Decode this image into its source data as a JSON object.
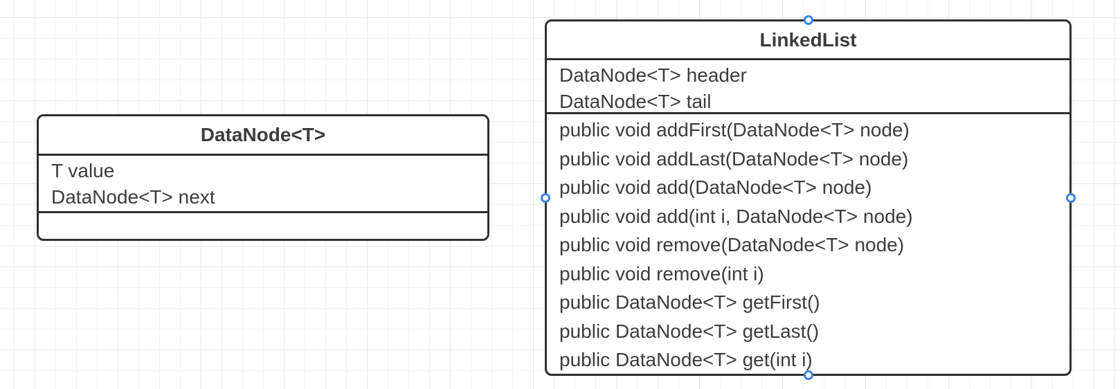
{
  "canvas": {
    "background_color": "#ffffff",
    "grid_minor_color": "#f2f2f2",
    "grid_major_color": "#e6e6e6",
    "shape_stroke_color": "#2e2e2e",
    "text_color": "#3c3c3c",
    "handle_color": "#3b82e0"
  },
  "classes": [
    {
      "name": "DataNode<T>",
      "attributes": [
        "T value",
        "DataNode<T> next"
      ],
      "methods": [],
      "selected": false
    },
    {
      "name": "LinkedList",
      "attributes": [
        "DataNode<T> header",
        "DataNode<T> tail"
      ],
      "methods": [
        "public void addFirst(DataNode<T> node)",
        "public void addLast(DataNode<T> node)",
        "public void add(DataNode<T> node)",
        "public void add(int i, DataNode<T> node)",
        "public void remove(DataNode<T> node)",
        "public void remove(int i)",
        "public DataNode<T> getFirst()",
        "public DataNode<T> getLast()",
        "public DataNode<T> get(int i)"
      ],
      "selected": true
    }
  ]
}
